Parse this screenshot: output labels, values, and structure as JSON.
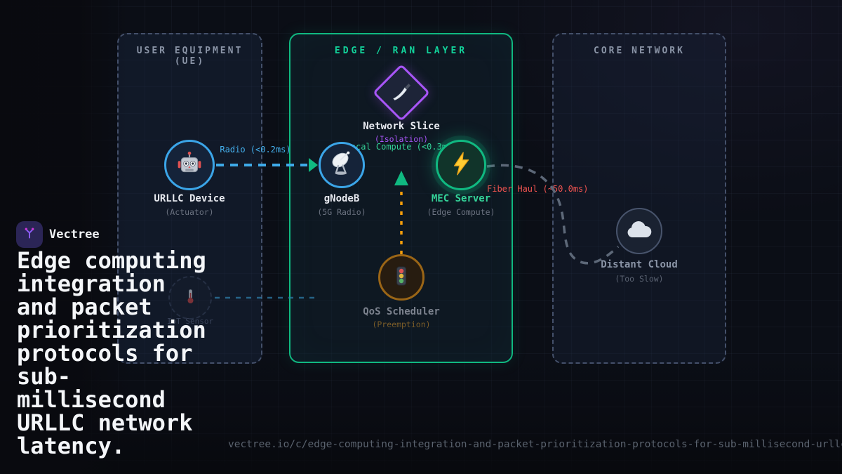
{
  "brand": {
    "name": "Vectree",
    "logo_icon": "vectree-branch-icon",
    "headline": "Edge computing integration and packet prioritization protocols for sub-millisecond URLLC network latency.",
    "url": "vectree.io/c/edge-computing-integration-and-packet-prioritization-protocols-for-sub-millisecond-urllc-network-latency"
  },
  "panels": {
    "ue": {
      "title": "USER EQUIPMENT (UE)"
    },
    "edge": {
      "title": "EDGE / RAN LAYER"
    },
    "core": {
      "title": "CORE NETWORK"
    }
  },
  "nodes": {
    "urllc": {
      "label": "URLLC Device",
      "sub": "(Actuator)",
      "icon": "robot-icon"
    },
    "gnb": {
      "label": "gNodeB",
      "sub": "(5G Radio)",
      "icon": "satellite-dish-icon"
    },
    "slice": {
      "label": "Network Slice",
      "sub": "(Isolation)",
      "icon": "knife-icon"
    },
    "mec": {
      "label": "MEC Server",
      "sub": "(Edge Compute)",
      "icon": "lightning-icon"
    },
    "qos": {
      "label": "QoS Scheduler",
      "sub": "(Preemption)",
      "icon": "traffic-light-icon"
    },
    "cloud": {
      "label": "Distant Cloud",
      "sub": "(Too Slow)",
      "icon": "cloud-icon"
    },
    "iot": {
      "label": "IoT Sensor",
      "icon": "thermometer-icon"
    }
  },
  "edges": {
    "radio": {
      "label": "Radio (<0.2ms)",
      "color": "#38bdf8",
      "style": "dashed"
    },
    "local": {
      "label": "Local Compute (<0.3ms)",
      "color": "#34d399",
      "style": "dashed"
    },
    "qos_up": {
      "label": "",
      "color": "#f59e0b",
      "style": "dashed"
    },
    "fiber": {
      "label": "Fiber Haul (~50.0ms)",
      "color": "#ef5350",
      "style": "dashed-curve"
    },
    "iot": {
      "label": "",
      "color": "#2e7ca8",
      "style": "dashed"
    }
  },
  "colors": {
    "background": "#0b0e16",
    "accent_blue": "#38bdf8",
    "accent_green": "#10b981",
    "accent_purple": "#a855f7",
    "accent_orange": "#f59e0b",
    "accent_red": "#ef5350",
    "muted_slate": "#64748b"
  }
}
